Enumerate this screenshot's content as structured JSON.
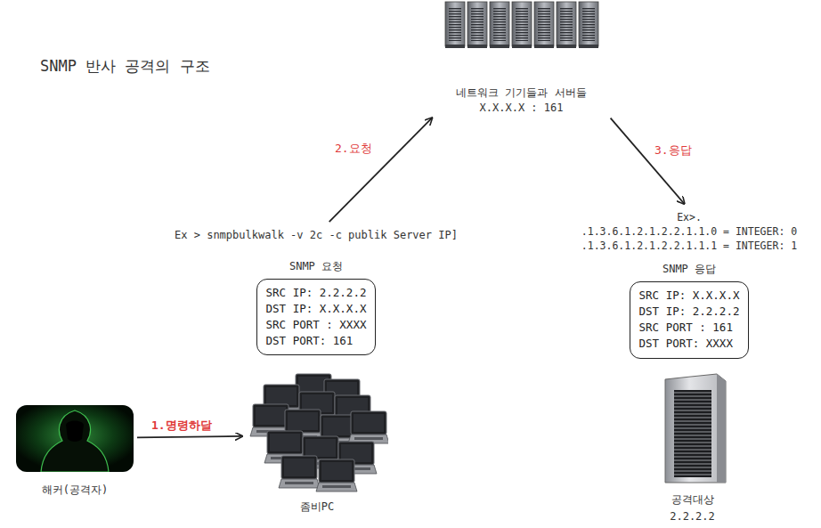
{
  "diagram": {
    "title": "SNMP 반사 공격의 구조",
    "nodes": [
      {
        "text": [
          "네트워크 기기들과 서버들",
          "X.X.X.X : 161"
        ]
      },
      {
        "text": [
          "Ex > snmpbulkwalk -v 2c -c publik Server IP]",
          "SNMP 요청",
          "SRC IP: 2.2.2.2",
          "DST IP: X.X.X.X",
          "SRC PORT : XXXX",
          "DST PORT: 161"
        ]
      },
      {
        "text": [
          "Ex>.",
          ".1.3.6.1.2.1.2.2.1.1.0 = INTEGER: 0",
          ".1.3.6.1.2.1.2.2.1.1.1 = INTEGER: 1",
          "SNMP 응답",
          "SRC IP: X.X.X.X",
          "DST IP: 2.2.2.2",
          "SRC PORT : 161",
          "DST PORT: XXXX"
        ]
      },
      {
        "text": [
          "해커(공격자)"
        ]
      },
      {
        "text": [
          "좀비PC"
        ]
      },
      {
        "text": [
          "공격대상",
          "2.2.2.2"
        ]
      }
    ],
    "edges": [
      {
        "from": 3,
        "to": 4,
        "label": "1.명령하달",
        "arrow": "to"
      },
      {
        "from": 1,
        "to": 0,
        "label": "2.요청",
        "arrow": "to"
      },
      {
        "from": 0,
        "to": 2,
        "label": "3.응답",
        "arrow": "to"
      }
    ]
  }
}
